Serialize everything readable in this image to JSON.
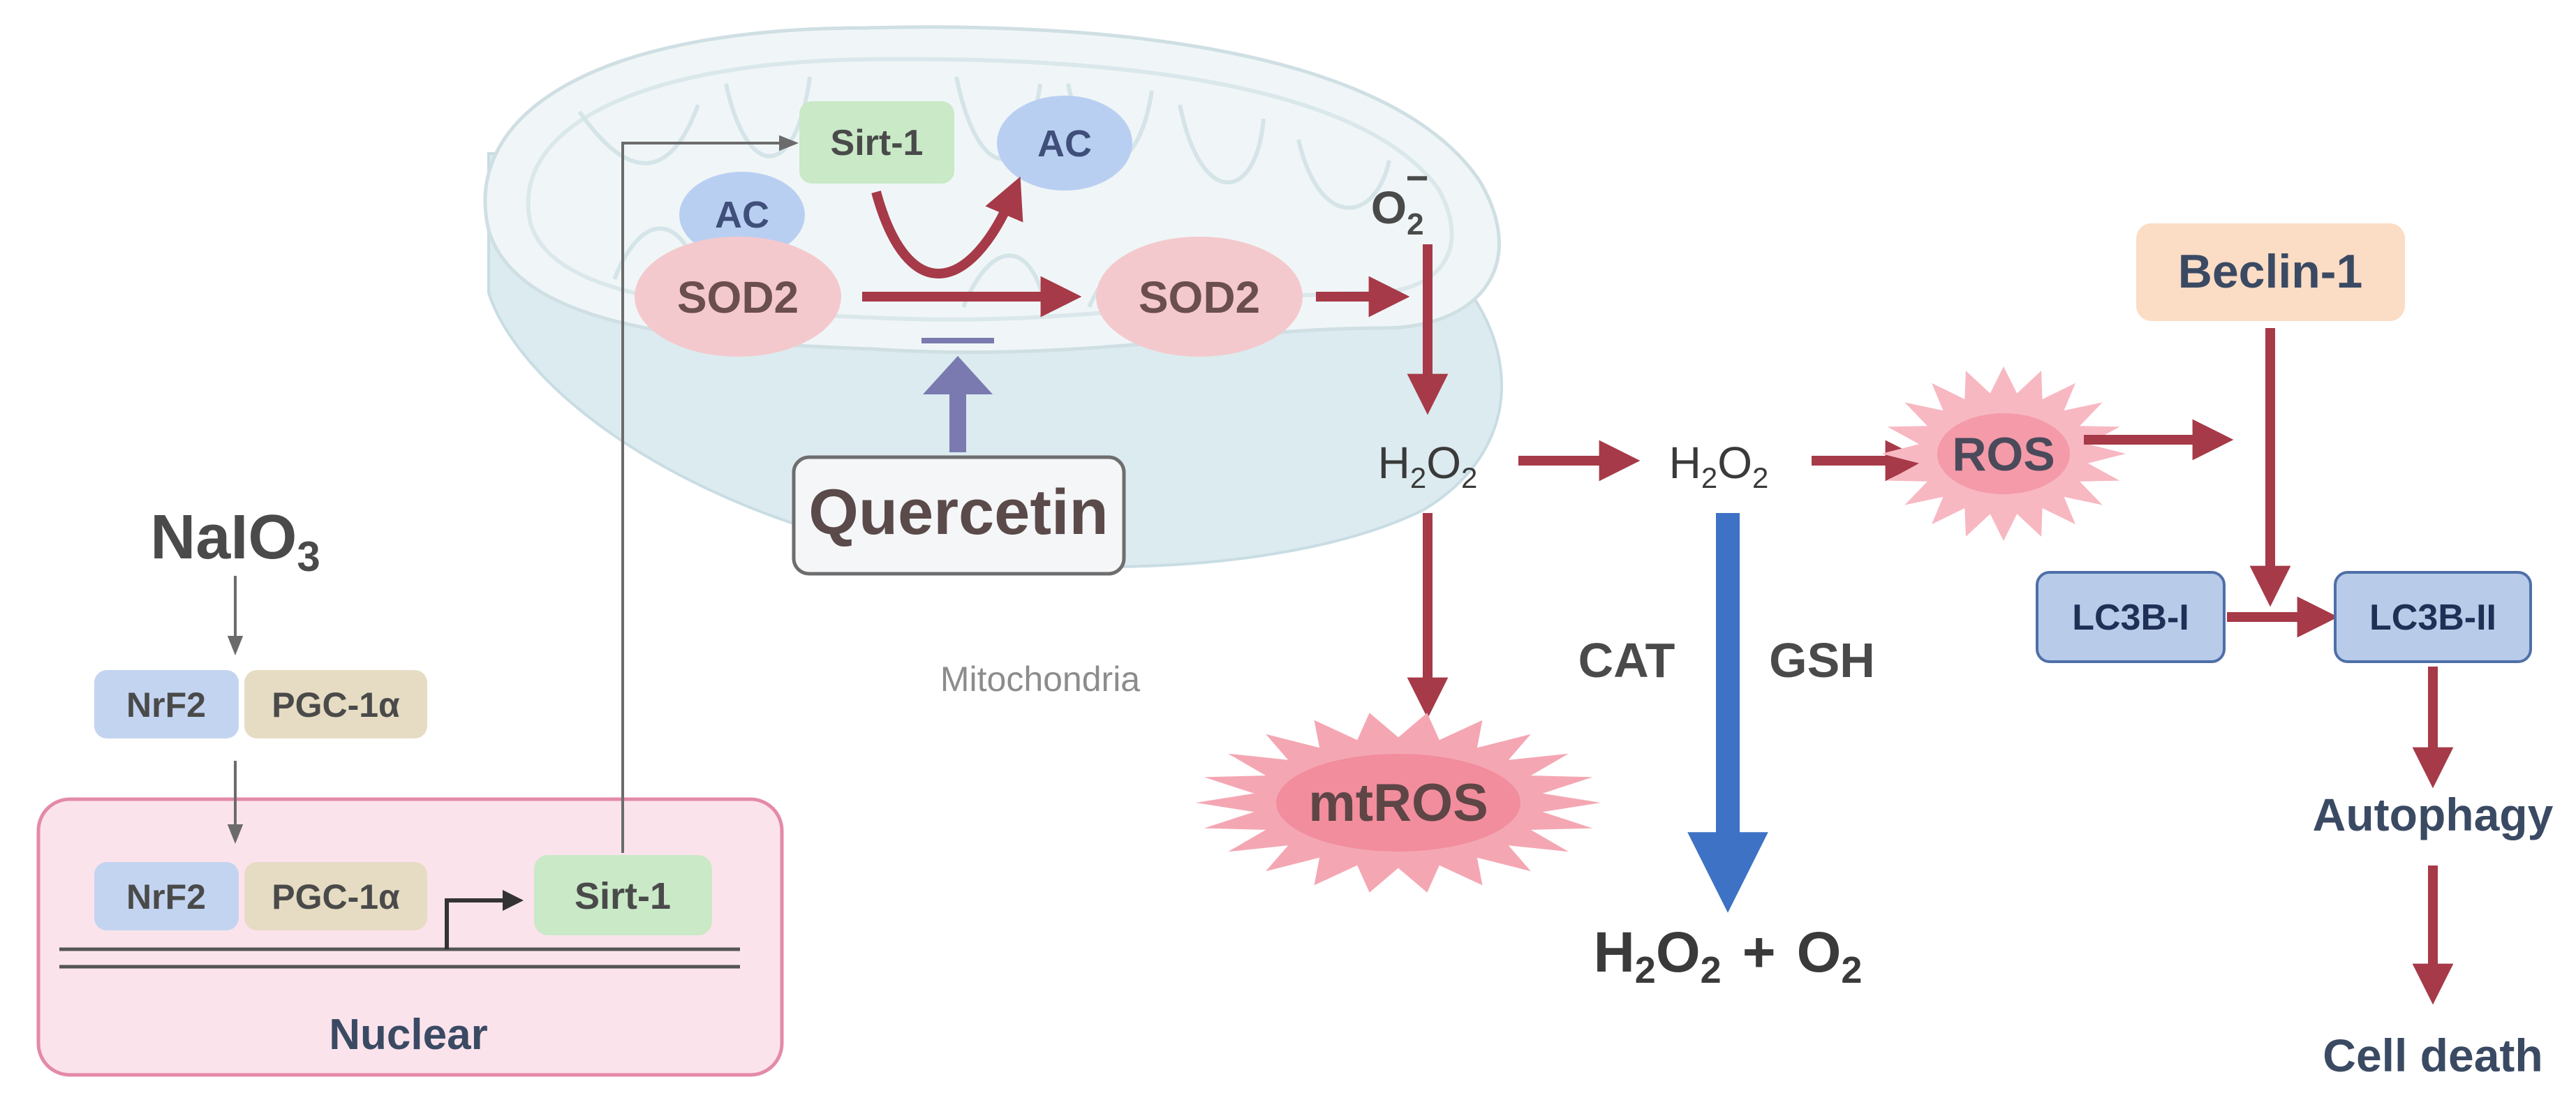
{
  "colors": {
    "arrow_red": "#a63a48",
    "arrow_blue": "#3e72c4",
    "inhibit_purple": "#7a7ab0",
    "thin_gray": "#6b6b6b",
    "box_green": "#c9e9c7",
    "box_blue": "#c3d4f0",
    "box_tan": "#e6dcc3",
    "box_pink": "#f4c9cd",
    "box_lc3b": "#b8cbe9",
    "box_beclin": "#fbdcc5",
    "nuclear_fill": "#fbe3ec",
    "nuclear_border": "#e48aa6",
    "burst_fill": "#f4a7b3",
    "mito_fill": "#dfecef"
  },
  "mitochondria": {
    "label": "Mitochondria",
    "sirt1": "Sirt-1",
    "ac_top": "AC",
    "ac_left": "AC",
    "sod2_left": "SOD2",
    "sod2_right": "SOD2",
    "superoxide": {
      "base": "O",
      "sub": "2",
      "sup": "−"
    },
    "h2o2_inner": {
      "a": "H",
      "sub1": "2",
      "b": "O",
      "sub2": "2"
    },
    "quercetin": "Quercetin"
  },
  "nucleus": {
    "precursor": {
      "base": "NaIO",
      "sub": "3"
    },
    "nrf2_cyto": "NrF2",
    "pgc_cyto": "PGC-1α",
    "nrf2_nuc": "NrF2",
    "pgc_nuc": "PGC-1α",
    "sirt1": "Sirt-1",
    "label": "Nuclear"
  },
  "ros_path": {
    "h2o2_outer": {
      "a": "H",
      "sub1": "2",
      "b": "O",
      "sub2": "2"
    },
    "mtros": "mtROS",
    "ros": "ROS",
    "cat": "CAT",
    "gsh": "GSH",
    "products": {
      "a": "H",
      "sub1": "2",
      "b": "O",
      "sub2": "2",
      "plus": "+",
      "c": "O",
      "sub3": "2"
    }
  },
  "autophagy": {
    "beclin": "Beclin-1",
    "lc3b1": "LC3B-I",
    "lc3b2": "LC3B-II",
    "autophagy": "Autophagy",
    "cell_death": "Cell death"
  }
}
